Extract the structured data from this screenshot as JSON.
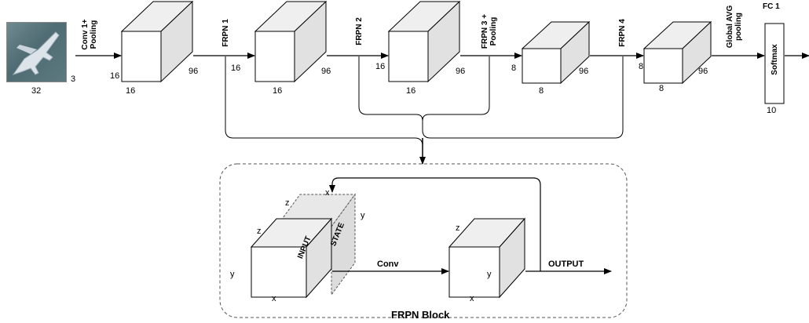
{
  "input": {
    "width_label": "32",
    "depth_label": "3"
  },
  "ops": {
    "conv1_line1": "Conv 1+",
    "conv1_line2": "Pooling",
    "frpn1": "FRPN 1",
    "frpn2": "FRPN 2",
    "frpn3_line1": "FRPN 3 +",
    "frpn3_line2": "Pooling",
    "frpn4": "FRPN 4",
    "gap_line1": "Global AVG",
    "gap_line2": "pooling",
    "fc1": "FC 1",
    "softmax": "Softmax"
  },
  "blocks": {
    "b1": {
      "h": "16",
      "w": "16",
      "d": "96"
    },
    "b2": {
      "h": "16",
      "w": "16",
      "d": "96"
    },
    "b3": {
      "h": "16",
      "w": "16",
      "d": "96"
    },
    "b4": {
      "h": "8",
      "w": "8",
      "d": "96"
    },
    "b5": {
      "h": "8",
      "w": "8",
      "d": "96"
    },
    "fc_out": "10"
  },
  "frpn_block": {
    "title": "FRPN Block",
    "input": "INPUT",
    "state": "STATE",
    "conv": "Conv",
    "output": "OUTPUT",
    "x": "x",
    "y": "y",
    "z": "z"
  },
  "colors": {
    "front": "#ffffff",
    "side": "#e1e1e1",
    "top": "#efefef",
    "line": "#000000",
    "dashed_border": "#555555"
  }
}
